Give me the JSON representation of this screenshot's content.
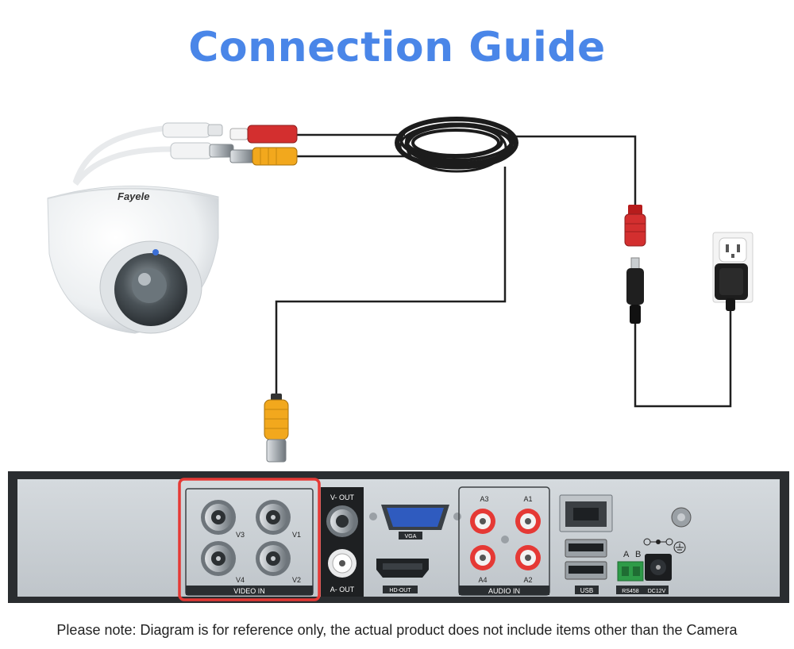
{
  "title": "Connection Guide",
  "colors": {
    "title": "#4A86E8",
    "highlight": "#E53935",
    "bnc_yellow": "#F2A81D",
    "dc_red": "#D32F2F",
    "panel": "#CDD3D8",
    "dvr_frame": "#2A2D30"
  },
  "camera": {
    "brand": "Fayele"
  },
  "dvr": {
    "video_in_label": "VIDEO IN",
    "video_ports": [
      "V3",
      "V1",
      "V4",
      "V2"
    ],
    "vout_label": "V- OUT",
    "aout_label": "A- OUT",
    "vga_label": "VGA",
    "hdout_label": "HD-OUT",
    "audio_in_label": "AUDIO IN",
    "audio_ports": [
      "A3",
      "A1",
      "A4",
      "A2"
    ],
    "usb_label": "USB",
    "rs485_label": "RS458",
    "dc_label": "DC12V",
    "terminal_a": "A",
    "terminal_b": "B"
  },
  "icons": [
    "dome-camera-icon",
    "power-adapter-icon",
    "wall-outlet-icon",
    "cable-coil-icon",
    "ground-icon",
    "dc-polarity-icon"
  ],
  "note": "Please note: Diagram is for reference only, the actual product does not include items other than the Camera"
}
